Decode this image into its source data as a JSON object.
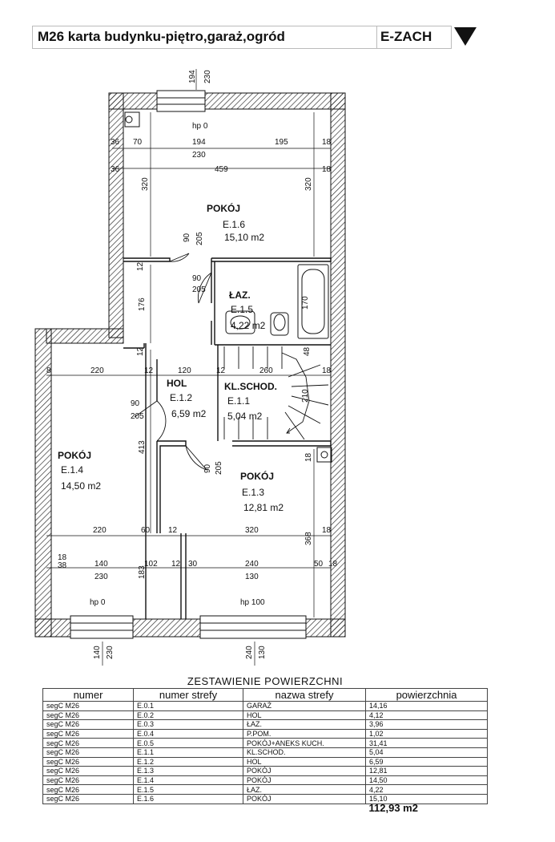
{
  "header": {
    "title": "M26 karta budynku-piętro,garaż,ogród",
    "direction": "E-ZACH"
  },
  "rooms": [
    {
      "name": "POKÓJ",
      "code": "E.1.6",
      "area": "15,10 m2"
    },
    {
      "name": "ŁAZ.",
      "code": "E.1.5",
      "area": "4,22 m2"
    },
    {
      "name": "HOL",
      "code": "E.1.2",
      "area": "6,59 m2"
    },
    {
      "name": "KL.SCHOD.",
      "code": "E.1.1",
      "area": "5,04 m2"
    },
    {
      "name": "POKÓJ",
      "code": "E.1.4",
      "area": "14,50 m2"
    },
    {
      "name": "POKÓJ",
      "code": "E.1.3",
      "area": "12,81 m2"
    }
  ],
  "window_labels": {
    "top": "hp 0",
    "bottom_left": "hp 0",
    "bottom_right": "hp 100"
  },
  "dimensions": {
    "top_window": [
      "194",
      "230"
    ],
    "top_row1": [
      "36",
      "70",
      "194",
      "230",
      "195",
      "18"
    ],
    "top_row2": [
      "36",
      "459",
      "18"
    ],
    "top_height": [
      "320",
      "320"
    ],
    "door_top": [
      "90",
      "205"
    ],
    "left_12a": "12",
    "bath_door": [
      "90",
      "205"
    ],
    "hol_height": "176",
    "bath_170": "170",
    "left_12b": "12",
    "stairs_48": "48",
    "mid_row": [
      "8",
      "220",
      "12",
      "120",
      "12",
      "260",
      "18"
    ],
    "stairs_210": "210",
    "hol_door": [
      "90",
      "205"
    ],
    "left_413": "413",
    "right_18": "18",
    "r3_door": [
      "90",
      "205"
    ],
    "right_368": "368",
    "low_row": [
      "220",
      "60",
      "12",
      "320",
      "18"
    ],
    "bottom_row1": [
      "18",
      "38",
      "140",
      "102",
      "12",
      "30",
      "240",
      "50",
      "18"
    ],
    "bottom_row2": [
      "230",
      "130"
    ],
    "left_183": "183",
    "bottom_windows": [
      "140",
      "230",
      "240",
      "130"
    ]
  },
  "table": {
    "title": "ZESTAWIENIE POWIERZCHNI",
    "headers": [
      "numer",
      "numer strefy",
      "nazwa strefy",
      "powierzchnia"
    ],
    "rows": [
      [
        "segC M26",
        "E.0.1",
        "GARAŻ",
        "14,16"
      ],
      [
        "segC M26",
        "E.0.2",
        "HOL",
        "4,12"
      ],
      [
        "segC M26",
        "E.0.3",
        "ŁAZ.",
        "3,96"
      ],
      [
        "segC M26",
        "E.0.4",
        "P.POM.",
        "1,02"
      ],
      [
        "segC M26",
        "E.0.5",
        "POKÓJ+ANEKS KUCH.",
        "31,41"
      ],
      [
        "segC M26",
        "E.1.1",
        "KL.SCHOD.",
        "5,04"
      ],
      [
        "segC M26",
        "E.1.2",
        "HOL",
        "6,59"
      ],
      [
        "segC M26",
        "E.1.3",
        "POKÓJ",
        "12,81"
      ],
      [
        "segC M26",
        "E.1.4",
        "POKÓJ",
        "14,50"
      ],
      [
        "segC M26",
        "E.1.5",
        "ŁAZ.",
        "4,22"
      ],
      [
        "segC M26",
        "E.1.6",
        "POKÓJ",
        "15,10"
      ]
    ],
    "total": "112,93 m2"
  }
}
